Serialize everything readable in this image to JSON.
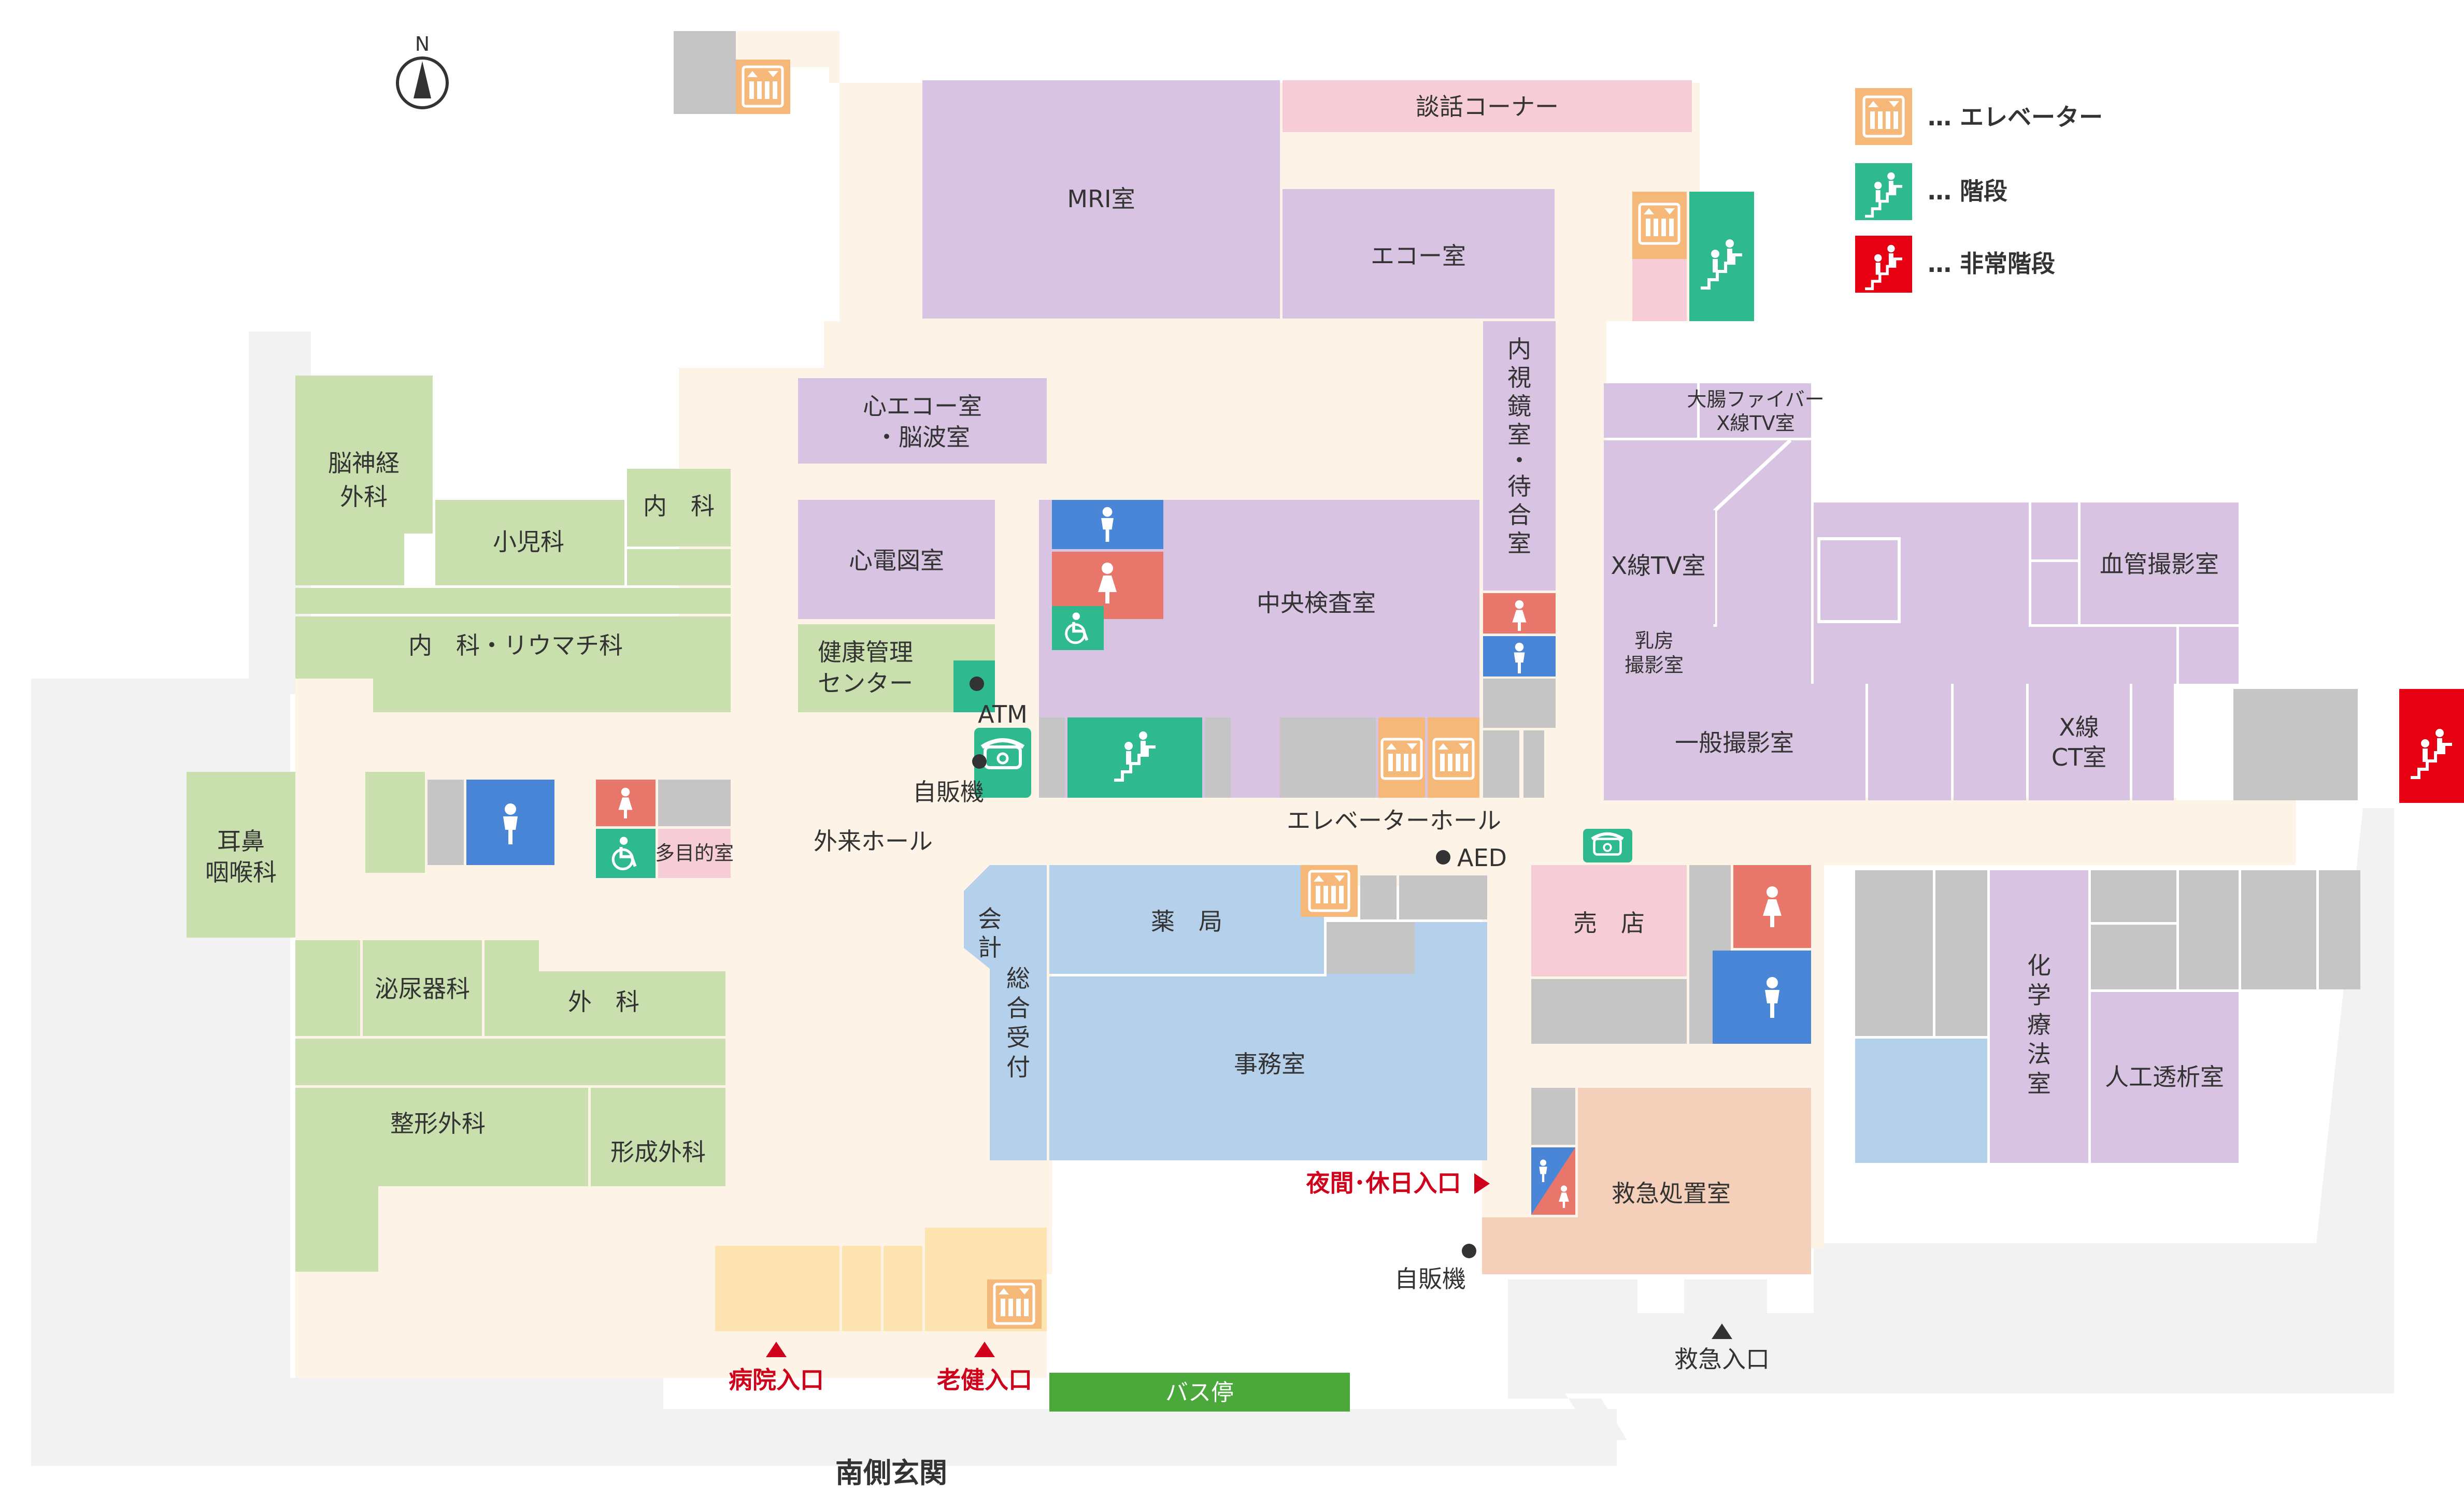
{
  "compass": {
    "north": "N"
  },
  "legend": {
    "elevator": "… エレベーター",
    "stairs": "… 階段",
    "emergency_stairs": "… 非常階段"
  },
  "rooms": {
    "mri": "MRI室",
    "lounge": "談話コーナー",
    "echo": "エコー室",
    "endoscopy": [
      "内",
      "視",
      "鏡",
      "室",
      "・",
      "待",
      "合",
      "室"
    ],
    "cardiac_echo": [
      "心エコー室",
      "・脳波室"
    ],
    "ecg": "心電図室",
    "health_center": [
      "健康管理",
      "センター"
    ],
    "central_lab": "中央検査室",
    "neurosurgery": [
      "脳神経",
      "外科"
    ],
    "pediatrics": "小児科",
    "internal": "内　科",
    "internal_rheum": "内　科・リウマチ科",
    "ent": [
      "耳鼻",
      "咽喉科"
    ],
    "multipurpose": "多目的室",
    "outpatient_hall": "外来ホール",
    "urology": "泌尿器科",
    "surgery": "外　科",
    "orthopedics": "整形外科",
    "plastic": "形成外科",
    "cashier": [
      "会",
      "計"
    ],
    "reception": [
      "総",
      "合",
      "受",
      "付"
    ],
    "pharmacy": "薬　局",
    "office": "事務室",
    "shop": "売　店",
    "emergency_room": "救急処置室",
    "colon_xray": [
      "大腸ファイバー",
      "X線TV室"
    ],
    "xray_tv": "X線TV室",
    "mammo": [
      "乳房",
      "撮影室"
    ],
    "general_xray": "一般撮影室",
    "angio": "血管撮影室",
    "ct": [
      "X線",
      "CT室"
    ],
    "chemo": [
      "化",
      "学",
      "療",
      "法",
      "室"
    ],
    "dialysis": "人工透析室"
  },
  "labels": {
    "atm": "ATM",
    "vending1": "自販機",
    "vending2": "自販機",
    "elevator_hall": "エレベーターホール",
    "aed": "AED",
    "night_entrance": "夜間･休日入口",
    "hospital_entrance": "病院入口",
    "elderly_entrance": "老健入口",
    "bus_stop": "バス停",
    "emergency_entrance": "救急入口",
    "south_entrance": "南側玄関"
  },
  "colors": {
    "corridor": "#fdf3e6",
    "outdoor": "#f2f2f2",
    "exam": "#d8c4e2",
    "clinic": "#c9dfae",
    "office": "#b4d0ea",
    "pink": "#f6ccd6",
    "emergency": "#f4d0bb",
    "gray": "#c5c5c5",
    "elevator": "#f5b878",
    "stairs": "#2eb98f",
    "emergency_stairs": "#e60012",
    "wc_male": "#4a86d8",
    "wc_female": "#e8766a",
    "bus": "#4aa93a",
    "entrance_red": "#d0021b"
  }
}
